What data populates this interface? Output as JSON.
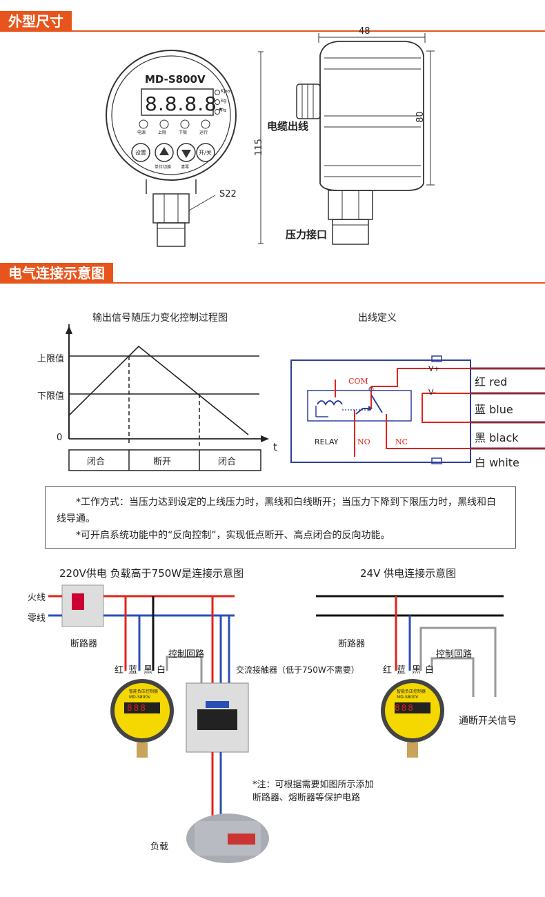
{
  "sections": {
    "dimensions": "外型尺寸",
    "wiring": "电气连接示意图"
  },
  "device": {
    "model": "MD-S800V",
    "display": "8.8.8.8.",
    "units": [
      "Kpa",
      "kg",
      "Pa"
    ],
    "indicators": [
      "电源",
      "上限",
      "下限",
      "运行"
    ],
    "buttons": [
      "设置",
      "▲",
      "▼",
      "开/关"
    ],
    "button_captions": [
      "单位切换",
      "清零"
    ]
  },
  "dims": {
    "width": "48",
    "height": "80",
    "total": "115",
    "thread": "S22",
    "cable_label": "电缆出线",
    "port_label": "压力接口"
  },
  "process_chart": {
    "title": "输出信号随压力变化控制过程图",
    "upper": "上限值",
    "lower": "下限值",
    "zero": "0",
    "t": "t",
    "states": [
      "闭合",
      "断开",
      "闭合"
    ]
  },
  "wire_def": {
    "title": "出线定义",
    "vplus": "V+",
    "vminus": "V-",
    "com": "COM",
    "relay": "RELAY",
    "no": "NO",
    "nc": "NC",
    "wires": [
      "红 red",
      "蓝 blue",
      "黑 black",
      "白 white"
    ],
    "colors": [
      "#8b2a3a",
      "#8b2a3a",
      "#8b2a3a",
      "#8b2a3a"
    ]
  },
  "note": {
    "line1": "*工作方式：当压力达到设定的上线压力时，黑线和白线断开；当压力下降到下限压力时，黑线和白线导通。",
    "line2": "*可开启系统功能中的“反向控制”，实现低点断开、高点闭合的反向功能。"
  },
  "wiring_220": {
    "title": "220V供电 负载高于750W是连接示意图",
    "live": "火线",
    "neutral": "零线",
    "breaker": "断路器",
    "control_loop": "控制回路",
    "wire_letters": [
      "红",
      "蓝",
      "黑",
      "白"
    ],
    "contactor": "交流接触器（低于750W不需要）",
    "note_line1": "*注：可根据需要如图所示添加",
    "note_line2": "断路器、熔断器等保护电路",
    "load": "负载"
  },
  "wiring_24": {
    "title": "24V 供电连接示意图",
    "breaker": "断路器",
    "control_loop": "控制回路",
    "wire_letters": [
      "红",
      "蓝",
      "黑",
      "白"
    ],
    "signal": "通断开关信号"
  },
  "gauge_small": {
    "title": "智能负压控制器",
    "model": "MD-S800V",
    "display": "888"
  }
}
